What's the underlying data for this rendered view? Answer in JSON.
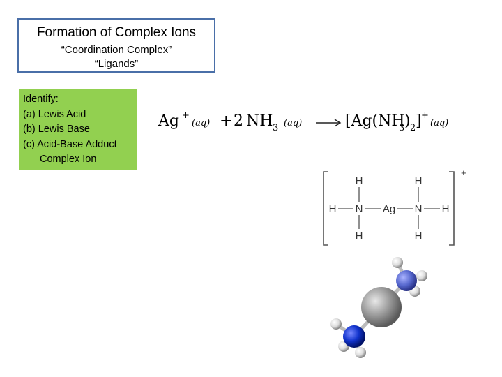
{
  "title": {
    "main": "Formation of Complex Ions",
    "sub1": "“Coordination Complex”",
    "sub2": "“Ligands”"
  },
  "identify": {
    "heading": "Identify:",
    "items": [
      "(a)  Lewis Acid",
      "(b)  Lewis Base",
      "(c)  Acid-Base Adduct"
    ],
    "continuation": "Complex Ion"
  },
  "equation": {
    "reactant1": "Ag",
    "reactant1_charge": "+",
    "state1": "(aq)",
    "plus": "+",
    "coeff": "2",
    "reactant2": "NH",
    "reactant2_sub": "3",
    "state2": "(aq)",
    "product_open": "[Ag(NH",
    "product_sub3": "3",
    "product_close_paren": ")",
    "product_sub2": "2",
    "product_close": "]",
    "product_charge": "+",
    "state3": "(aq)"
  },
  "lewis_structure": {
    "atoms": [
      "H",
      "H",
      "H",
      "N",
      "Ag",
      "N",
      "H",
      "H",
      "H"
    ],
    "charge": "+"
  },
  "colors": {
    "title_border": "#4a6fa8",
    "identify_bg": "#92d050",
    "silver_atom": "#9a9a9a",
    "nitrogen_top": "#5566cc",
    "nitrogen_bottom": "#1133cc"
  }
}
